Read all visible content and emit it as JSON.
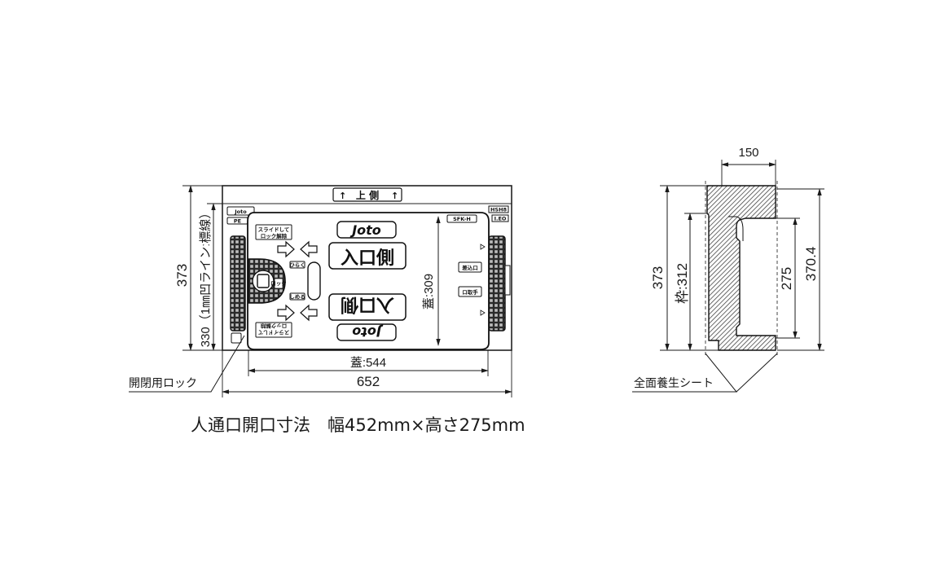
{
  "front_view": {
    "top_plate": "上 側",
    "brand_left": "Joto",
    "tag_left": "PE",
    "tag_right": "SFK-H",
    "corner_code": "HSH8",
    "corner_code2": "I.EO",
    "slide_note": [
      "スライドして",
      "ロック解除"
    ],
    "slide_note_flipped": [
      "スライドして",
      "ロック解除"
    ],
    "logo_top": "Joto",
    "entrance_top": "入口側",
    "entrance_bottom": "入口側",
    "logo_bottom": "Joto",
    "lock_tag_open": "ひらく",
    "lock_tag_close": "しめる",
    "lock_center": "ロック",
    "side_tag_1": "差込口",
    "side_tag_2": "ロ取手",
    "lid_height": "蓋:309",
    "lid_width": "蓋:544",
    "overall_width": "652",
    "overall_height": "373",
    "inner_height": "330（1㎜凹ラインː標線）",
    "lock_callout": "開閉用ロック"
  },
  "side_view": {
    "top_width": "150",
    "overall_height": "373",
    "frame_height": "枠:312",
    "opening_height": "275",
    "inner_height": "370.4",
    "sheet_callout": "全面養生シート"
  },
  "caption": "人通口開口寸法　幅452mm×高さ275mm"
}
